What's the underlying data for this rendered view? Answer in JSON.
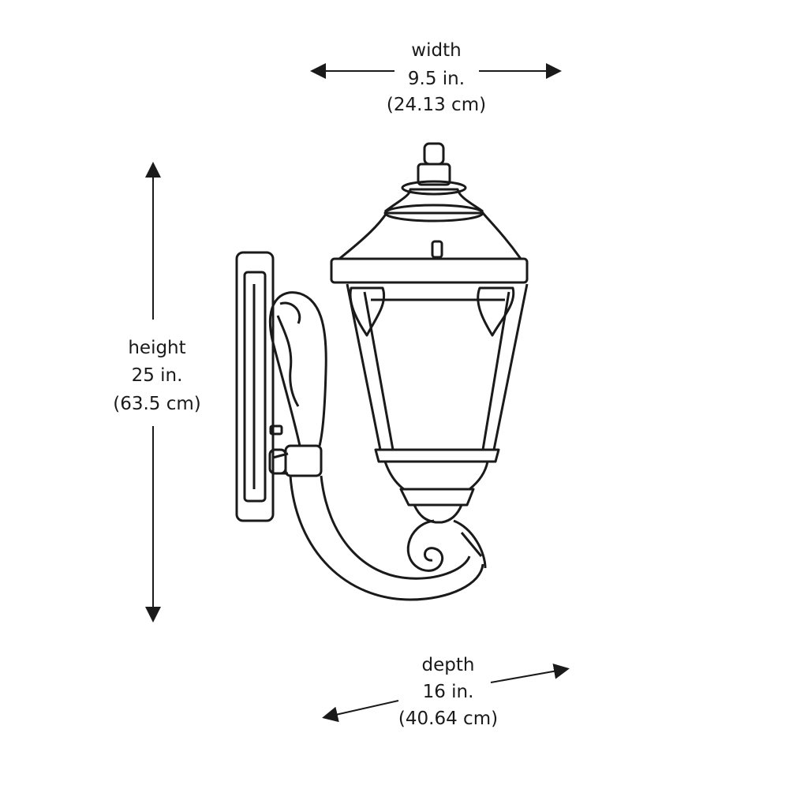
{
  "width": {
    "label": "width",
    "imperial": "9.5 in.",
    "metric": "(24.13 cm)"
  },
  "height": {
    "label": "height",
    "imperial": "25 in.",
    "metric": "(63.5 cm)"
  },
  "depth": {
    "label": "depth",
    "imperial": "16 in.",
    "metric": "(40.64 cm)"
  },
  "colors": {
    "line": "#1a1a1a",
    "background": "#ffffff"
  }
}
